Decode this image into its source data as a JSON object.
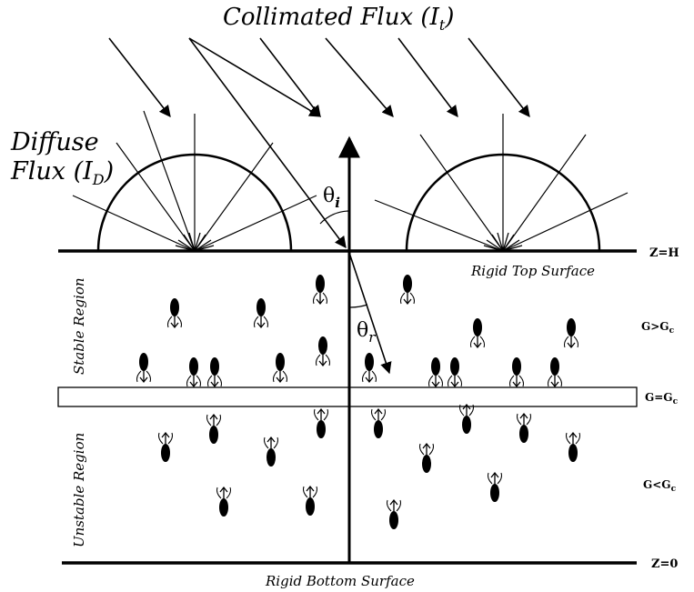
{
  "title": {
    "main": "Collimated Flux (I",
    "sub": "t",
    "close": ")"
  },
  "diffuse": {
    "line1": "Diffuse",
    "line2": "Flux (I",
    "sub": "D",
    "close": ")"
  },
  "angles": {
    "incident": "θ",
    "incident_sub": "i",
    "reflected": "θ",
    "reflected_sub": "r"
  },
  "surfaces": {
    "top": "Rigid Top Surface",
    "bottom": "Rigid Bottom Surface"
  },
  "levels": {
    "top": "Z=H",
    "bottom": "Z=0"
  },
  "conditions": {
    "stable": {
      "text": "G>G",
      "sub": "c"
    },
    "critical": {
      "text": "G=G",
      "sub": "c"
    },
    "unstable": {
      "text": "G<G",
      "sub": "c"
    }
  },
  "regions": {
    "stable": "Stable Region",
    "unstable": "Unstable Region"
  },
  "colors": {
    "ink": "#000000",
    "background": "#ffffff"
  }
}
